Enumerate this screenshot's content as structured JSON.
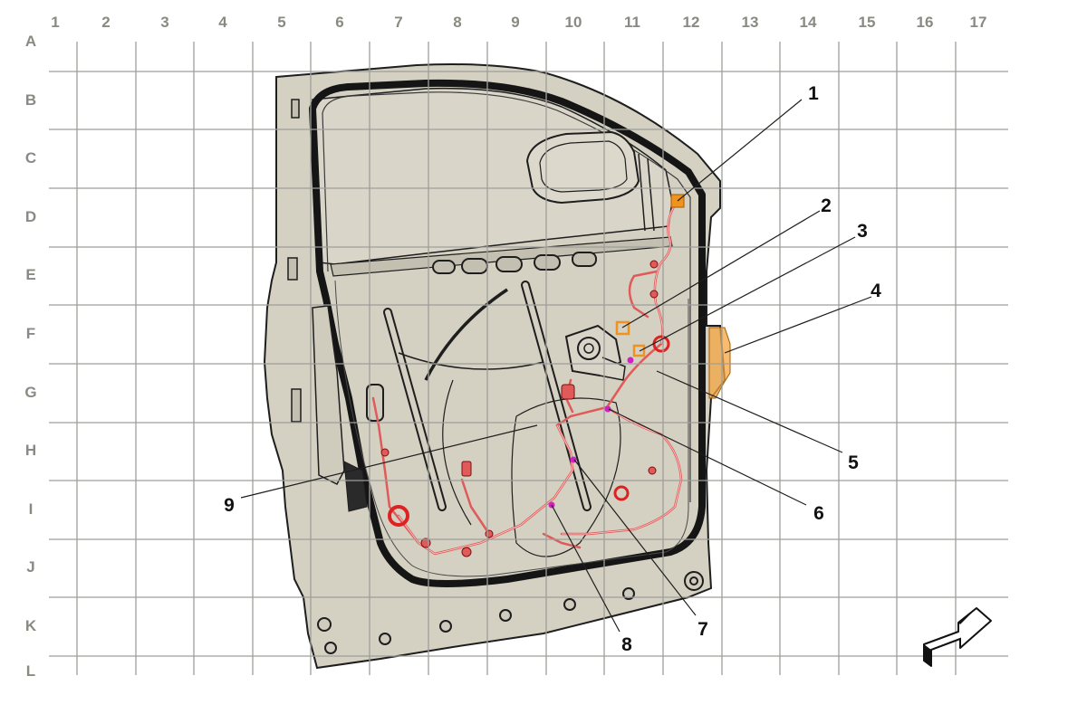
{
  "grid": {
    "columns": [
      "1",
      "2",
      "3",
      "4",
      "5",
      "6",
      "7",
      "8",
      "9",
      "10",
      "11",
      "12",
      "13",
      "14",
      "15",
      "16",
      "17"
    ],
    "rows": [
      "A",
      "B",
      "C",
      "D",
      "E",
      "F",
      "G",
      "H",
      "I",
      "J",
      "K",
      "L"
    ]
  },
  "callouts": [
    {
      "number": "1"
    },
    {
      "number": "2"
    },
    {
      "number": "3"
    },
    {
      "number": "4"
    },
    {
      "number": "5"
    },
    {
      "number": "6"
    },
    {
      "number": "7"
    },
    {
      "number": "8"
    },
    {
      "number": "9"
    }
  ],
  "icons": {
    "direction": "orientation-arrow-icon"
  },
  "colors": {
    "panel_fill": "#d4d0c2",
    "outline": "#1e1e1e",
    "grid": "#9e9e9a",
    "harness": "#e05a5a",
    "connector_orange": "#f0921e",
    "connector_magenta": "#d21ec8"
  }
}
